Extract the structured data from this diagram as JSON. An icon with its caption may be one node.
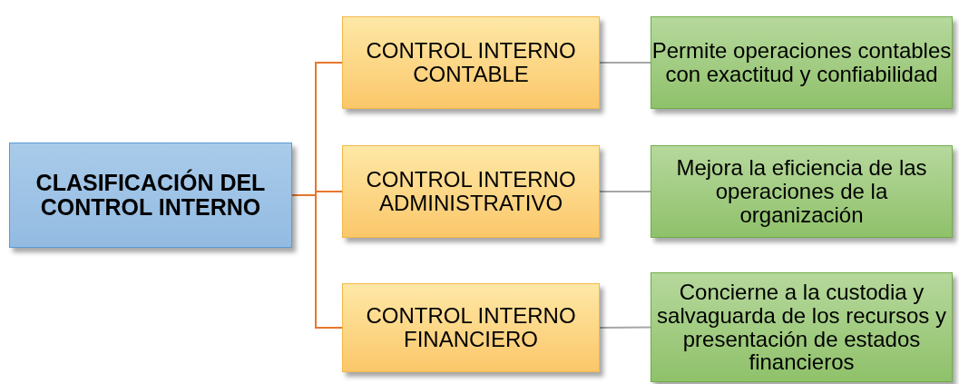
{
  "diagram": {
    "nodes": [
      {
        "text": [
          "CLASIFICACIÓN DEL CONTROL INTERNO"
        ]
      },
      {
        "text": [
          "CONTROL INTERNO CONTABLE"
        ]
      },
      {
        "text": [
          "Permite operaciones contables con exactitud y confiabilidad"
        ]
      },
      {
        "text": [
          "CONTROL INTERNO ADMINISTRATIVO"
        ]
      },
      {
        "text": [
          "Mejora la eficiencia de las operaciones de la organización"
        ]
      },
      {
        "text": [
          "CONTROL INTERNO FINANCIERO"
        ]
      },
      {
        "text": [
          "Concierne a la custodia y salvaguarda de los recursos y presentación de estados financieros"
        ]
      }
    ],
    "edges": [
      {
        "from": 0,
        "to": 1,
        "arrow": "none",
        "color": "#e8762d"
      },
      {
        "from": 0,
        "to": 3,
        "arrow": "none",
        "color": "#e8762d"
      },
      {
        "from": 0,
        "to": 5,
        "arrow": "none",
        "color": "#e8762d"
      },
      {
        "from": 1,
        "to": 2,
        "arrow": "none",
        "color": "#a6a6a6"
      },
      {
        "from": 3,
        "to": 4,
        "arrow": "none",
        "color": "#a6a6a6"
      },
      {
        "from": 5,
        "to": 6,
        "arrow": "none",
        "color": "#a6a6a6"
      }
    ]
  }
}
